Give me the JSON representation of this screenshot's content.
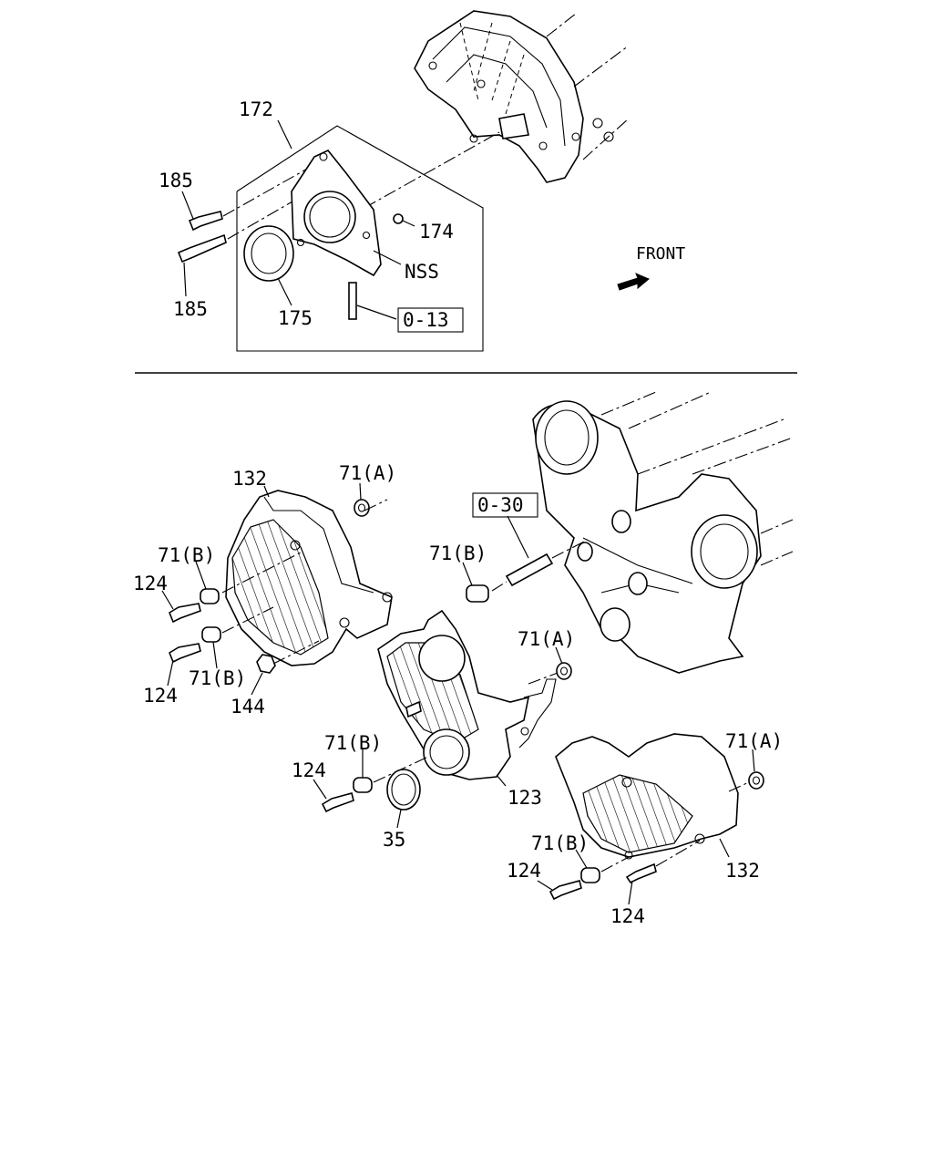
{
  "top_section": {
    "labels": {
      "assembly": "172",
      "bolt_upper": "185",
      "bolt_lower": "185",
      "dowel_174": "174",
      "nss": "NSS",
      "seal": "175",
      "ref_box": "0-13"
    },
    "front_label": "FRONT"
  },
  "bottom_section": {
    "labels": {
      "cover_left": "132",
      "washer_a_top": "71(A)",
      "ref_box": "0-30",
      "collar_b_mid": "71(B)",
      "collar_b_left_upper": "71(B)",
      "bolt_left_upper": "124",
      "bolt_left_lower": "124",
      "collar_b_left_lower": "71(B)",
      "nut": "144",
      "washer_a_mid": "71(A)",
      "collar_b_center": "71(B)",
      "bolt_center": "124",
      "case": "123",
      "oring": "35",
      "washer_a_right": "71(A)",
      "collar_b_right": "71(B)",
      "bolt_right_a": "124",
      "cover_right": "132",
      "bolt_right_b": "124"
    }
  },
  "colors": {
    "ink": "#000000",
    "paper": "#ffffff"
  }
}
